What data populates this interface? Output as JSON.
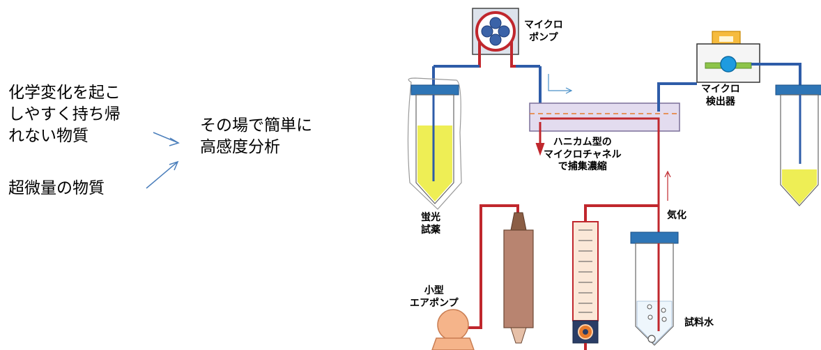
{
  "left": {
    "item1": "化学変化を起こ\nしやすく持ち帰\nれない物質",
    "item2": "超微量の物質",
    "result": "その場で簡単に\n高感度分析"
  },
  "labels": {
    "micro_pump": "マイクロ\nポンプ",
    "micro_detector": "マイクロ\n検出器",
    "honeycomb": "ハニカム型の\nマイクロチャネル\nで捕集濃縮",
    "vaporize": "気化",
    "fluorescent_reagent": "蛍光\n試薬",
    "small_air_pump": "小型\nエアポンプ",
    "sample_water": "試料水"
  },
  "colors": {
    "tube_blue": "#2e5ca8",
    "tube_red": "#c0272d",
    "cap_blue": "#2e75b6",
    "fluid_yellow": "#eeee55",
    "arrow_blue": "#4a7ebb"
  }
}
